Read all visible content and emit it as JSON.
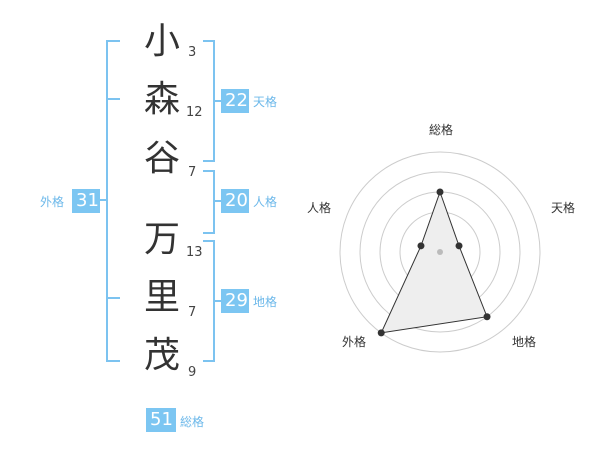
{
  "name": {
    "chars": [
      "小",
      "森",
      "谷",
      "万",
      "里",
      "茂"
    ],
    "strokes": [
      "3",
      "12",
      "7",
      "13",
      "7",
      "9"
    ]
  },
  "fortune": {
    "tenkaku": {
      "label": "天格",
      "value": "22"
    },
    "jinkaku": {
      "label": "人格",
      "value": "20"
    },
    "chikaku": {
      "label": "地格",
      "value": "29"
    },
    "gaikaku": {
      "label": "外格",
      "value": "31"
    },
    "soukaku": {
      "label": "総格",
      "value": "51"
    }
  },
  "radar": {
    "axes": [
      "総格",
      "天格",
      "地格",
      "外格",
      "人格"
    ],
    "levels": [
      3,
      1,
      4,
      5,
      1
    ],
    "max_level": 5,
    "colors": {
      "grid": "#cccccc",
      "fill": "#eeeeee",
      "line": "#333333",
      "point": "#333333",
      "center": "#bbbbbb"
    }
  }
}
